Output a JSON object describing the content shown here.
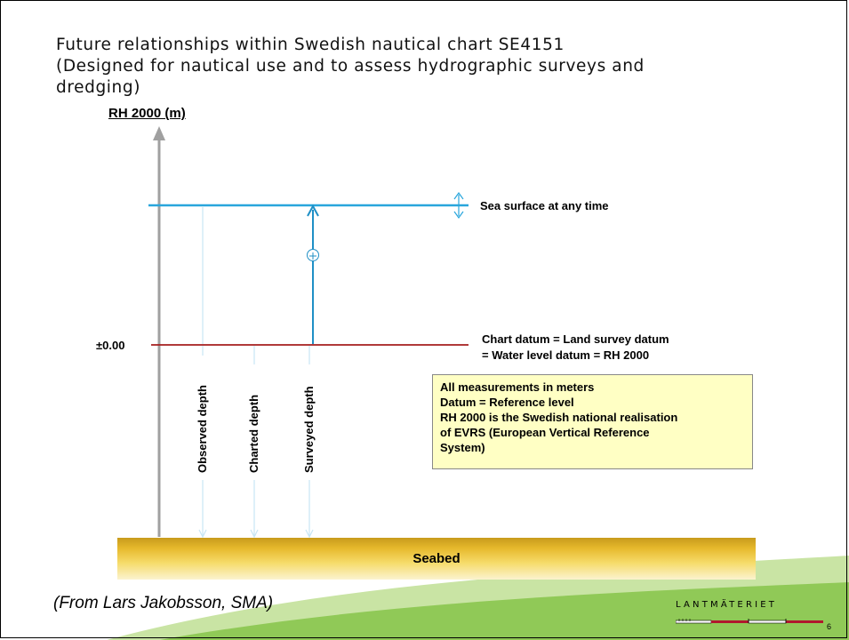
{
  "title": {
    "line1": "Future relationships within Swedish nautical chart SE4151",
    "line2": "(Designed for nautical use and to assess hydrographic surveys and",
    "line3": "dredging)"
  },
  "axis_label": "RH 2000 (m)",
  "zero_label": "±0.00",
  "sea_surface_label": "Sea surface at any time",
  "datum_label": {
    "line1": "Chart datum = Land survey datum",
    "line2": "= Water level datum = RH 2000"
  },
  "depths": {
    "observed": "Observed depth",
    "charted": "Charted depth",
    "surveyed": "Surveyed depth"
  },
  "note": {
    "line1": "All measurements in meters",
    "line2": "Datum = Reference level",
    "line3": "RH 2000 is the Swedish national realisation",
    "line4": "of EVRS (European Vertical Reference",
    "line5": "System)"
  },
  "seabed_label": "Seabed",
  "credit": "(From Lars Jakobsson, SMA)",
  "logo_text": "LANTMÄTERIET",
  "page_number": "6",
  "colors": {
    "sea_surface": "#29a6dc",
    "chart_datum": "#a41e1e",
    "axis": "#a0a0a0",
    "note_fill": "#ffffc4",
    "swoosh_light": "#c9e4a4",
    "swoosh_dark": "#7fc041"
  }
}
